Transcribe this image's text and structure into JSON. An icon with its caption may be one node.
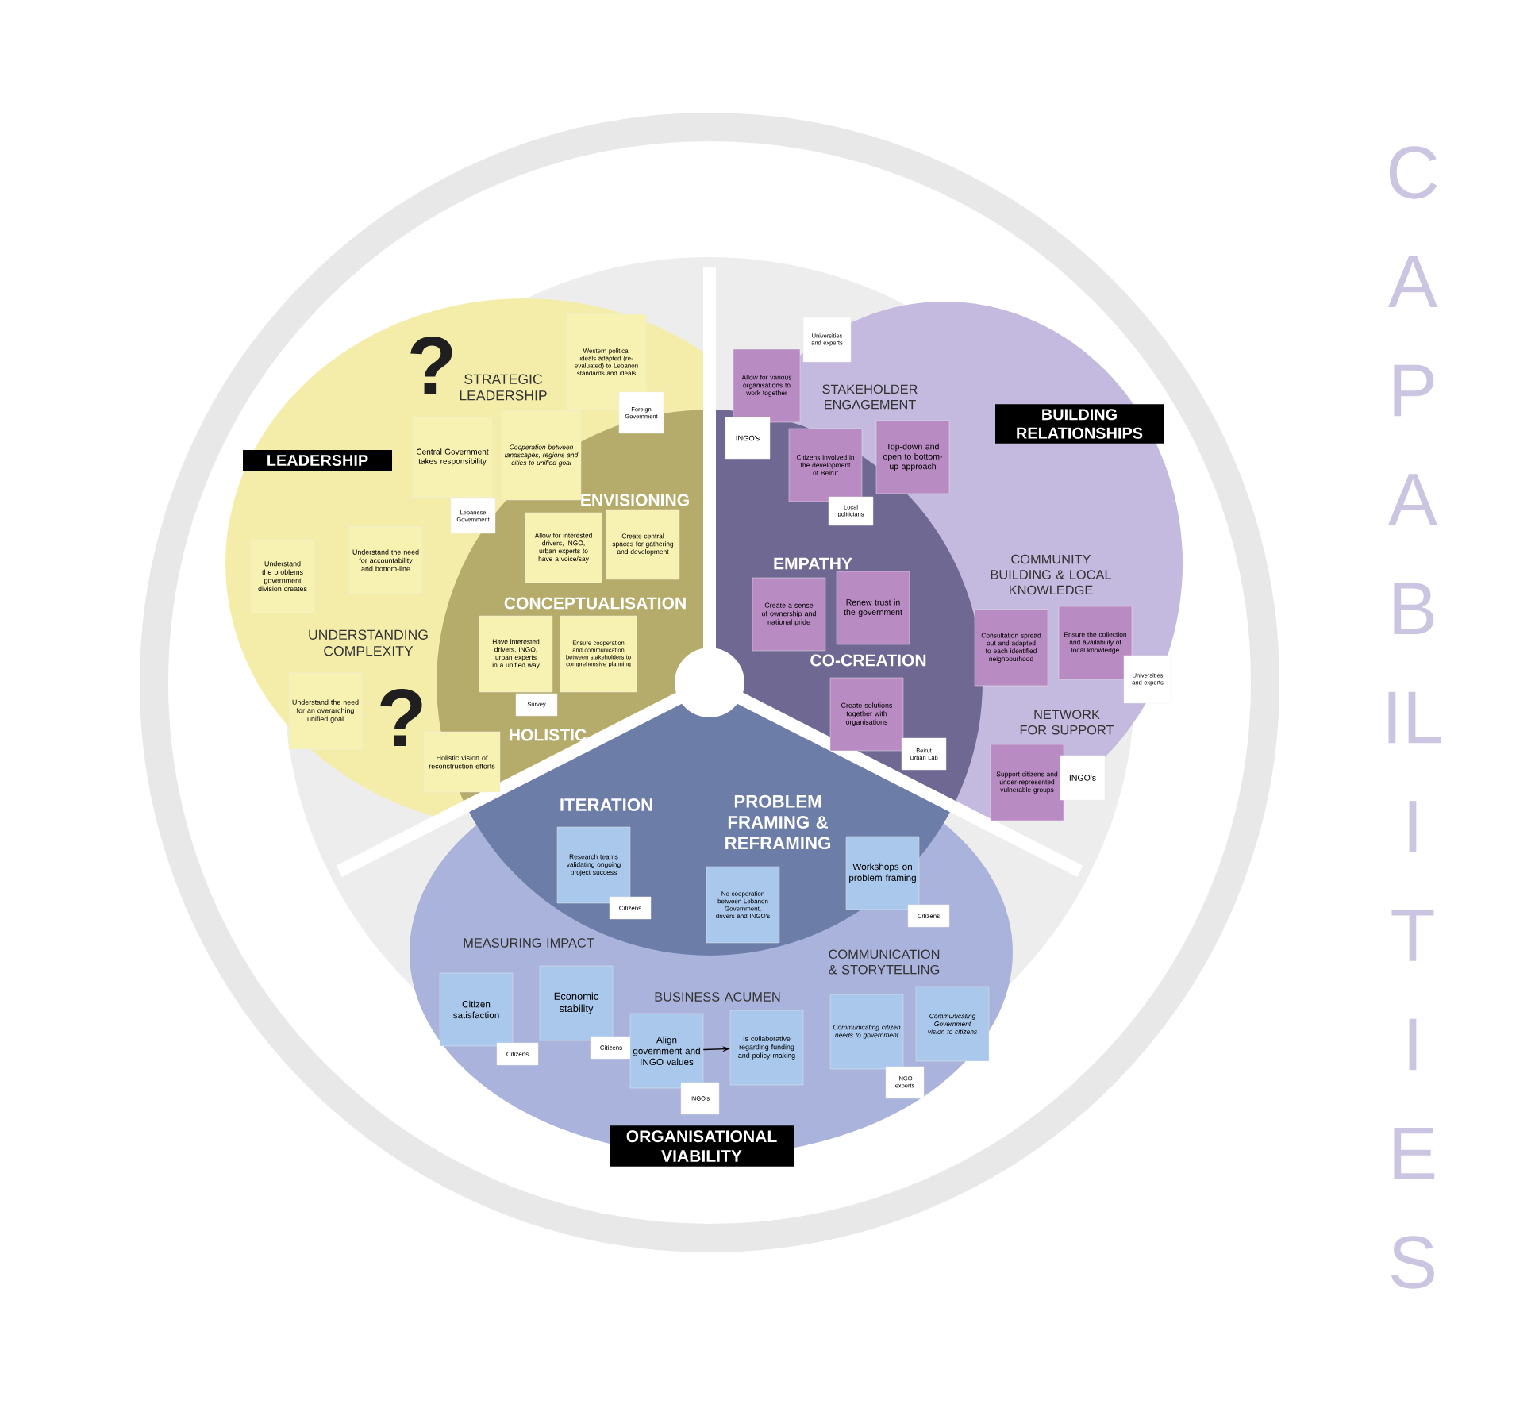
{
  "diagram": {
    "nodes": [
      {
        "text": [
          "LEADERSHIP",
          "STRATEGIC LEADERSHIP",
          "UNDERSTANDING COMPLEXITY"
        ]
      },
      {
        "text": [
          "ENVISIONING",
          "CONCEPTUALISATION",
          "HOLISTIC"
        ],
        "in": 0
      },
      {
        "text": [
          "BUILDING RELATIONSHIPS",
          "STAKEHOLDER ENGAGEMENT",
          "COMMUNITY BUILDING & LOCAL KNOWLEDGE",
          "NETWORK FOR SUPPORT"
        ]
      },
      {
        "text": [
          "EMPATHY",
          "CO-CREATION"
        ],
        "in": 2
      },
      {
        "text": [
          "ORGANISATIONAL VIABILITY",
          "MEASURING IMPACT",
          "BUSINESS ACUMEN",
          "COMMUNICATION & STORYTELLING"
        ]
      },
      {
        "text": [
          "ITERATION",
          "PROBLEM FRAMING & REFRAMING"
        ],
        "in": 4
      },
      {
        "text": [
          "Western political ideals adapted (re-evaluated) to Lebanon standards and ideals"
        ],
        "in": 0
      },
      {
        "text": [
          "Foreign Government"
        ],
        "in": 0
      },
      {
        "text": [
          "Central Government takes responsibility"
        ],
        "in": 0
      },
      {
        "text": [
          "Cooperation between landscapes, regions and cities to unified goal"
        ],
        "in": 0
      },
      {
        "text": [
          "Lebanese Government"
        ],
        "in": 0
      },
      {
        "text": [
          "Understand the problems government division creates"
        ],
        "in": 0
      },
      {
        "text": [
          "Understand the need for accountability and bottom-line"
        ],
        "in": 0
      },
      {
        "text": [
          "Understand the need for an overarching unified goal"
        ],
        "in": 0
      },
      {
        "text": [
          "Holistic vision of reconstruction efforts"
        ]
      },
      {
        "text": [
          "Allow for interested drivers, INGO, urban experts to have a voice/say"
        ],
        "in": 1
      },
      {
        "text": [
          "Create central spaces for gathering and development"
        ],
        "in": 1
      },
      {
        "text": [
          "Have interested drivers, INGO, urban experts in a unified way"
        ],
        "in": 1
      },
      {
        "text": [
          "Ensure cooperation and communication between stakeholders to comprehensive planning"
        ],
        "in": 1
      },
      {
        "text": [
          "Survey"
        ]
      },
      {
        "text": [
          "Universities and experts"
        ],
        "in": 2
      },
      {
        "text": [
          "Allow for various organisations to work together"
        ],
        "in": 2
      },
      {
        "text": [
          "INGO's"
        ],
        "in": 3
      },
      {
        "text": [
          "Citizens involved in the development of Beirut"
        ],
        "in": 3
      },
      {
        "text": [
          "Top-down and open to bottom-up approach"
        ],
        "in": 2
      },
      {
        "text": [
          "Local politicians"
        ],
        "in": 3
      },
      {
        "text": [
          "Consultation spread out and adapted to each identified neighbourhood"
        ],
        "in": 2
      },
      {
        "text": [
          "Ensure the collection and availability of local knowledge"
        ],
        "in": 2
      },
      {
        "text": [
          "Universities and experts"
        ],
        "in": 2
      },
      {
        "text": [
          "Support citizens and under-represented vulnerable groups"
        ],
        "in": 2
      },
      {
        "text": [
          "INGO's"
        ],
        "in": 2
      },
      {
        "text": [
          "Create a sense of ownership and national pride"
        ],
        "in": 3
      },
      {
        "text": [
          "Renew trust in the government"
        ],
        "in": 3
      },
      {
        "text": [
          "Create solutions together with organisations"
        ],
        "in": 3
      },
      {
        "text": [
          "Beirut Urban Lab"
        ]
      },
      {
        "text": [
          "Research teams validating ongoing project success"
        ],
        "in": 5
      },
      {
        "text": [
          "Citizens"
        ],
        "in": 5
      },
      {
        "text": [
          "No cooperation between Lebanon Government, drivers and INGO's"
        ],
        "in": 5
      },
      {
        "text": [
          "Workshops on problem framing"
        ],
        "in": 5
      },
      {
        "text": [
          "Citizens"
        ],
        "in": 4
      },
      {
        "text": [
          "Citizen satisfaction"
        ],
        "in": 4
      },
      {
        "text": [
          "Citizens"
        ],
        "in": 4
      },
      {
        "text": [
          "Economic stability"
        ],
        "in": 4
      },
      {
        "text": [
          "Citizens"
        ],
        "in": 4
      },
      {
        "text": [
          "Align government and INGO values"
        ],
        "in": 4
      },
      {
        "text": [
          "Is collaborative regarding funding and policy making"
        ],
        "in": 4
      },
      {
        "text": [
          "INGO's"
        ],
        "in": 4
      },
      {
        "text": [
          "Communicating citizen needs to government"
        ],
        "in": 4
      },
      {
        "text": [
          "Communicating Government vision to citizens"
        ],
        "in": 4
      },
      {
        "text": [
          "INGO experts"
        ],
        "in": 4
      }
    ],
    "edges": [
      {
        "from": 44,
        "to": 45,
        "arrow": "to"
      }
    ],
    "labels": [
      "?",
      "?",
      "CAPABILITIES"
    ]
  }
}
